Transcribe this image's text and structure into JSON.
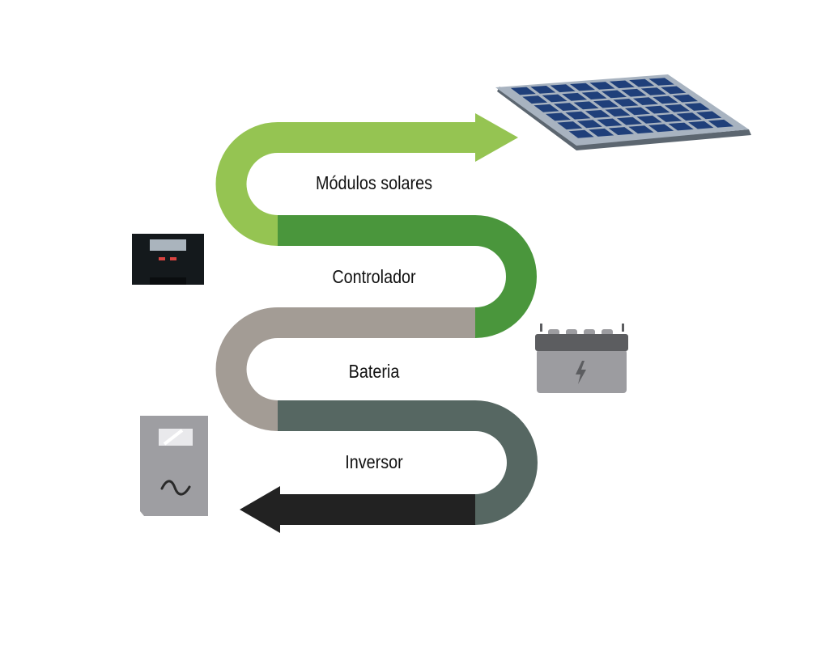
{
  "diagram": {
    "steps": [
      {
        "key": "modules",
        "label": "Módulos solares",
        "color": "#95c452",
        "icon": "solar-panel-icon"
      },
      {
        "key": "controller",
        "label": "Controlador",
        "color": "#4a963c",
        "icon": "charge-controller-icon"
      },
      {
        "key": "battery",
        "label": "Bateria",
        "color": "#a39c95",
        "icon": "battery-icon"
      },
      {
        "key": "inverter",
        "label": "Inversor",
        "color": "#566762",
        "icon": "inverter-icon"
      }
    ],
    "output_color": "#222222",
    "icons": {
      "solar_panel": {
        "frame": "#a8b3c0",
        "cells": "#1f3f7a",
        "edge": "#5c6670"
      },
      "controller": {
        "body": "#14191c",
        "screen": "#aab4bd",
        "lights": "#d9433f"
      },
      "battery": {
        "body": "#9c9ca0",
        "top": "#5c5d60",
        "bolt": "#5c5d60"
      },
      "inverter": {
        "body": "#9e9ea2",
        "screen": "#e9e9ec",
        "wave": "#2a2a2a"
      }
    }
  }
}
